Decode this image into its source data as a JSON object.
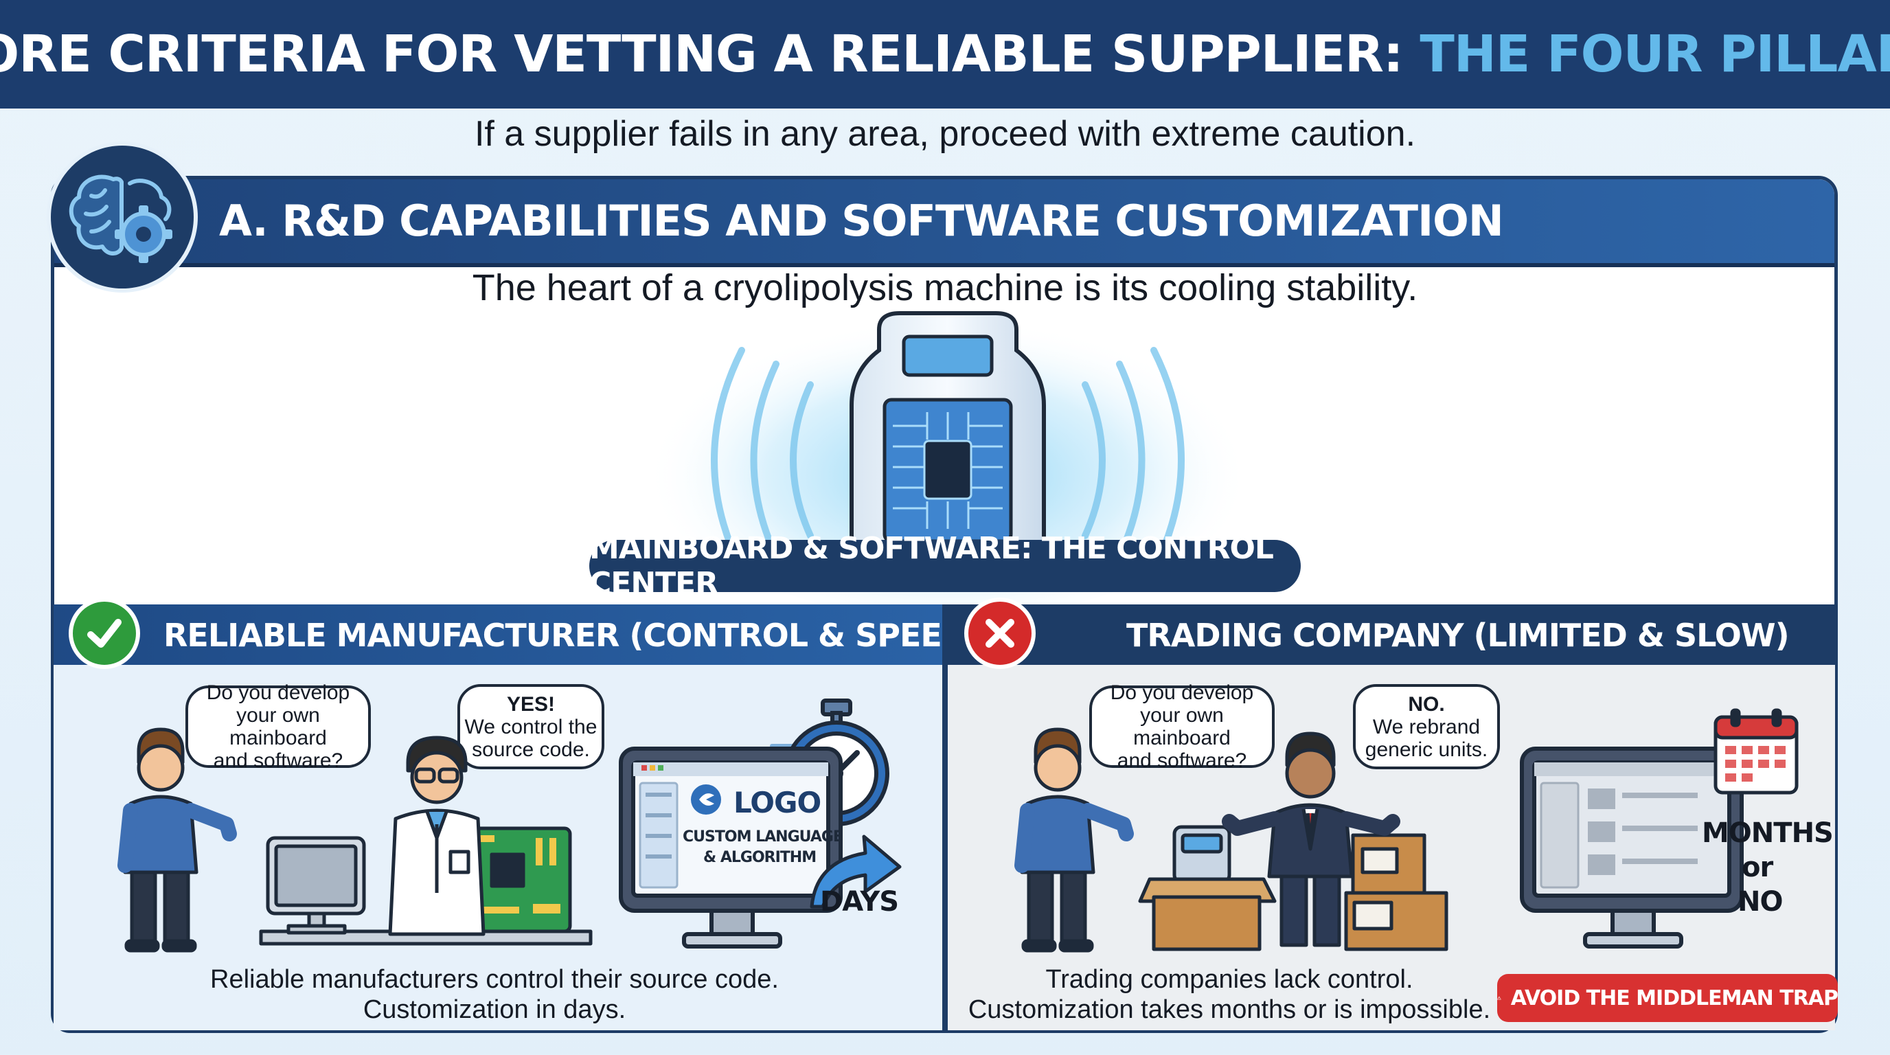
{
  "title": {
    "main": "CORE CRITERIA FOR VETTING A RELIABLE SUPPLIER: ",
    "accent": "THE FOUR PILLARS"
  },
  "subtitle": "If a supplier fails in any area, proceed with extreme caution.",
  "section_a": {
    "title": "A. R&D CAPABILITIES AND SOFTWARE CUSTOMIZATION",
    "subtitle": "The heart of a cryolipolysis machine is its cooling stability.",
    "control_center": "MAINBOARD & SOFTWARE: THE CONTROL CENTER"
  },
  "left_panel": {
    "heading": "RELIABLE MANUFACTURER (CONTROL & SPEED)",
    "question_lines": [
      "Do you develop",
      "your own mainboard",
      "and software?"
    ],
    "answer_title": "YES!",
    "answer_lines": [
      "We control the",
      "source code."
    ],
    "screen_logo": "LOGO",
    "screen_lines": [
      "CUSTOM LANGUAGE",
      "& ALGORITHM"
    ],
    "arrow_label": "DAYS",
    "caption_lines": [
      "Reliable manufacturers control their source code.",
      "Customization in days."
    ]
  },
  "right_panel": {
    "heading": "TRADING COMPANY (LIMITED & SLOW)",
    "question_lines": [
      "Do you develop",
      "your own mainboard",
      "and software?"
    ],
    "answer_title": "NO.",
    "answer_lines": [
      "We rebrand",
      "generic units."
    ],
    "time_lines": [
      "MONTHS",
      "or",
      "NO"
    ],
    "caption_lines": [
      "Trading companies lack control.",
      "Customization takes months or is impossible."
    ],
    "warning": "AVOID THE MIDDLEMAN TRAP"
  },
  "icons": {
    "section_icon": "brain-gear-icon",
    "check": "check-icon",
    "cross": "x-icon",
    "stopwatch": "stopwatch-icon",
    "calendar": "calendar-icon",
    "warning": "warning-triangle-icon"
  },
  "colors": {
    "navy": "#1c3d6e",
    "title_accent": "#63b9ea",
    "success": "#2e9b3c",
    "danger": "#d42a2a",
    "warning_banner": "#d83131"
  }
}
